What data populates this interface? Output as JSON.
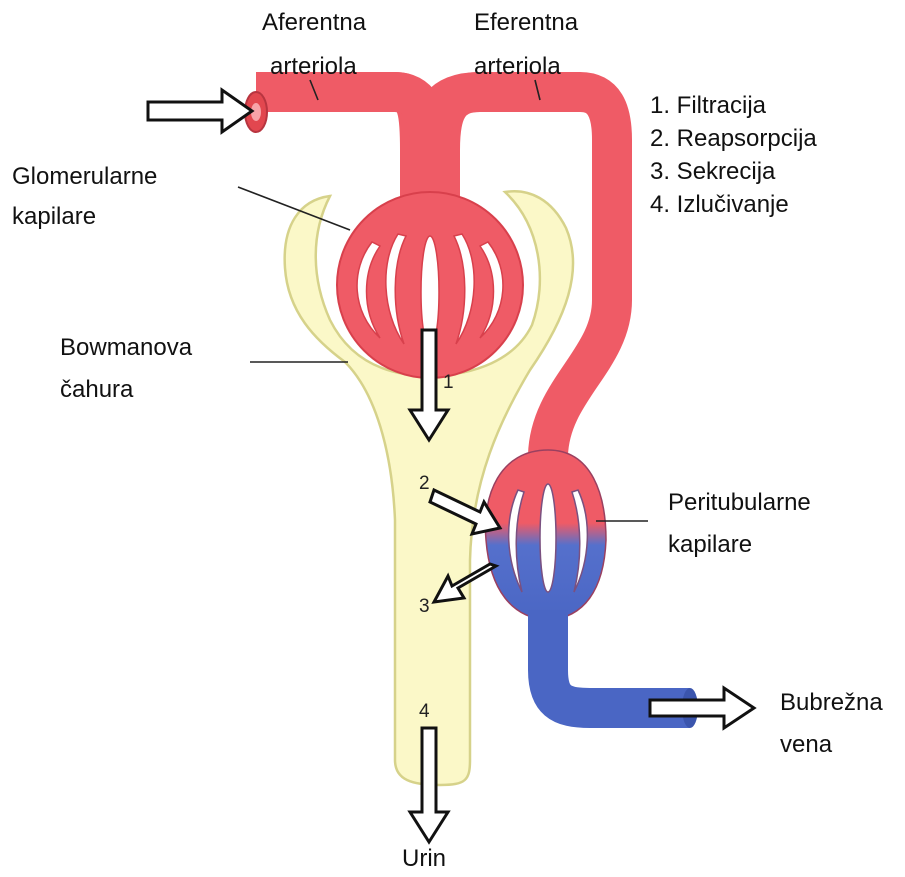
{
  "labels": {
    "afferent_line1": "Aferentna",
    "afferent_line2": "arteriola",
    "efferent_line1": "Eferentna",
    "efferent_line2": "arteriola",
    "glomerular_line1": "Glomerularne",
    "glomerular_line2": "kapilare",
    "bowman_line1": "Bowmanova",
    "bowman_line2": "čahura",
    "peritubular_line1": "Peritubularne",
    "peritubular_line2": "kapilare",
    "renal_vein_line1": "Bubrežna",
    "renal_vein_line2": "vena",
    "urine": "Urin"
  },
  "legend": [
    "1. Filtracija",
    "2. Reapsorpcija",
    "3. Sekrecija",
    "4. Izlučivanje"
  ],
  "step_numbers": [
    "1",
    "2",
    "3",
    "4"
  ],
  "colors": {
    "arterial": "#ef5b66",
    "arterial_dark": "#d8404c",
    "venous": "#4a66c4",
    "venous_dark": "#33489a",
    "tubule_fill": "#fbf8c8",
    "tubule_stroke": "#d6d28a"
  }
}
